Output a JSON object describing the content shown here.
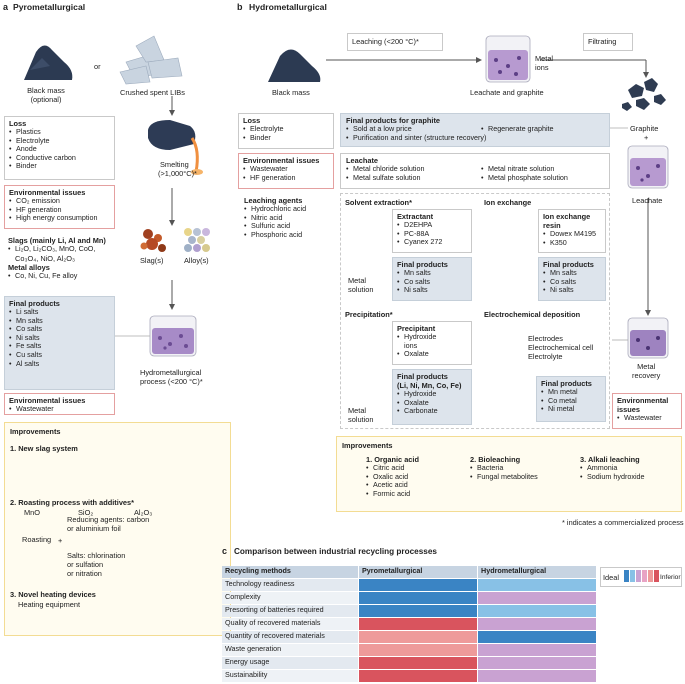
{
  "panel_a": {
    "letter": "a",
    "title": "Pyrometallurgical",
    "or": "or",
    "black_mass_label": "Black mass",
    "black_mass_note": "(optional)",
    "crushed_label": "Crushed spent LIBs",
    "loss": {
      "title": "Loss",
      "items": [
        "Plastics",
        "Electrolyte",
        "Anode",
        "Conductive carbon",
        "Binder"
      ]
    },
    "smelting": "Smelting",
    "smelting_temp": "(>1,000°C)*",
    "env1": {
      "title": "Environmental issues",
      "items": [
        "CO₂ emission",
        "HF generation",
        "High energy consumption"
      ]
    },
    "slags": {
      "title": "Slags (mainly Li, Al and Mn)",
      "line1": "Li₂O, Li₂CO₃, MnO, CoO,",
      "line2": "Co₃O₄, NiO, Al₂O₃",
      "alloys_title": "Metal alloys",
      "alloys": "Co, Ni, Cu, Fe alloy"
    },
    "slag_label": "Slag(s)",
    "alloy_label": "Alloy(s)",
    "final": {
      "title": "Final products",
      "items": [
        "Li salts",
        "Mn salts",
        "Co salts",
        "Ni salts",
        "Fe salts",
        "Cu salts",
        "Al salts"
      ]
    },
    "hydro_label": "Hydrometallurgical",
    "hydro_temp": "process (<200 °C)*",
    "env2": {
      "title": "Environmental issues",
      "item": "Wastewater"
    },
    "improvements": {
      "title": "Improvements",
      "s1": "1. New slag system",
      "oxides": [
        "MnO",
        "SiO₂",
        "Al₂O₃"
      ],
      "s2": "2. Roasting process with additives*",
      "roasting": "Roasting",
      "plus": "+",
      "reducing1": "Reducing agents: carbon",
      "reducing2": "or aluminium foil",
      "salts1": "Salts: chlorination",
      "salts2": "or sulfation",
      "salts3": "or nitration",
      "s3": "3. Novel heating devices",
      "s3_item": "Heating equipment"
    }
  },
  "panel_b": {
    "letter": "b",
    "title": "Hydrometallurgical",
    "leaching": "Leaching (<200 °C)*",
    "metal_ions": "Metal\nions",
    "black_mass": "Black mass",
    "leachate_graphite": "Leachate and graphite",
    "filtrating": "Filtrating",
    "graphite": "Graphite",
    "plus": "+",
    "leachate_label": "Leachate",
    "loss": {
      "title": "Loss",
      "items": [
        "Electrolyte",
        "Binder"
      ]
    },
    "final_graphite": {
      "title": "Final products for graphite",
      "items": [
        "Sold at a low price",
        "Purification and sinter (structure recovery)",
        "Regenerate graphite"
      ]
    },
    "env": {
      "title": "Environmental issues",
      "items": [
        "Wastewater",
        "HF generation"
      ]
    },
    "leachate_box": {
      "title": "Leachate",
      "items": [
        "Metal chloride solution",
        "Metal sulfate solution",
        "Metal nitrate solution",
        "Metal phosphate solution"
      ]
    },
    "leaching_agents": {
      "title": "Leaching agents",
      "items": [
        "Hydrochloric acid",
        "Nitric acid",
        "Sulfuric acid",
        "Phosphoric acid"
      ]
    },
    "solvent": {
      "title": "Solvent extraction*",
      "extractant_title": "Extractant",
      "extractants": [
        "D2EHPA",
        "PC-88A",
        "Cyanex 272"
      ],
      "final_title": "Final products",
      "final": [
        "Mn salts",
        "Co salts",
        "Ni salts"
      ],
      "metal_solution": "Metal\nsolution"
    },
    "ion": {
      "title": "Ion exchange",
      "resin_title1": "Ion exchange",
      "resin_title2": "resin",
      "resins": [
        "Dowex M4195",
        "K350"
      ],
      "final_title": "Final products",
      "final": [
        "Mn salts",
        "Co salts",
        "Ni salts"
      ]
    },
    "precip": {
      "title": "Precipitation*",
      "precipitant_title": "Precipitant",
      "precipitants": [
        "Hydroxide\nions",
        "Oxalate"
      ],
      "final_title1": "Final products",
      "final_title2": "(Li, Ni, Mn, Co, Fe)",
      "final": [
        "Hydroxide",
        "Oxalate",
        "Carbonate"
      ],
      "metal_solution": "Metal\nsolution"
    },
    "electro": {
      "title": "Electrochemical deposition",
      "labels": [
        "Electrodes",
        "Electrochemical cell",
        "Electrolyte"
      ],
      "final_title": "Final products",
      "final": [
        "Mn metal",
        "Co metal",
        "Ni metal"
      ]
    },
    "metal_recovery": "Metal\nrecovery",
    "env2": {
      "title1": "Environmental",
      "title2": "issues",
      "item": "Wastewater"
    },
    "improvements": {
      "title": "Improvements",
      "col1_title": "1. Organic acid",
      "col1": [
        "Citric acid",
        "Oxalic acid",
        "Acetic acid",
        "Formic acid"
      ],
      "col2_title": "2. Bioleaching",
      "col2": [
        "Bacteria",
        "Fungal metabolites"
      ],
      "col3_title": "3. Alkali leaching",
      "col3": [
        "Ammonia",
        "Sodium hydroxide"
      ]
    },
    "footnote": "* indicates a commercialized process"
  },
  "panel_c": {
    "letter": "c",
    "title": "Comparison between industrial recycling processes",
    "header": [
      "Recycling methods",
      "Pyrometallurgical",
      "Hydrometallurgical"
    ],
    "rows": [
      {
        "label": "Technology readiness",
        "pyro": 0,
        "hydro": 1
      },
      {
        "label": "Complexity",
        "pyro": 0,
        "hydro": 2
      },
      {
        "label": "Presorting of batteries required",
        "pyro": 0,
        "hydro": 1
      },
      {
        "label": "Quality of recovered materials",
        "pyro": 5,
        "hydro": 2
      },
      {
        "label": "Quantity of recovered materials",
        "pyro": 4,
        "hydro": 0
      },
      {
        "label": "Waste generation",
        "pyro": 4,
        "hydro": 2
      },
      {
        "label": "Energy usage",
        "pyro": 5,
        "hydro": 2
      },
      {
        "label": "Sustainability",
        "pyro": 5,
        "hydro": 2
      }
    ],
    "scale_colors": [
      "#3a84c4",
      "#88c1e6",
      "#c9a2d2",
      "#e8a3c4",
      "#ee9a9a",
      "#d9545e"
    ],
    "legend_ideal": "Ideal",
    "legend_inferior": "Inferior"
  }
}
